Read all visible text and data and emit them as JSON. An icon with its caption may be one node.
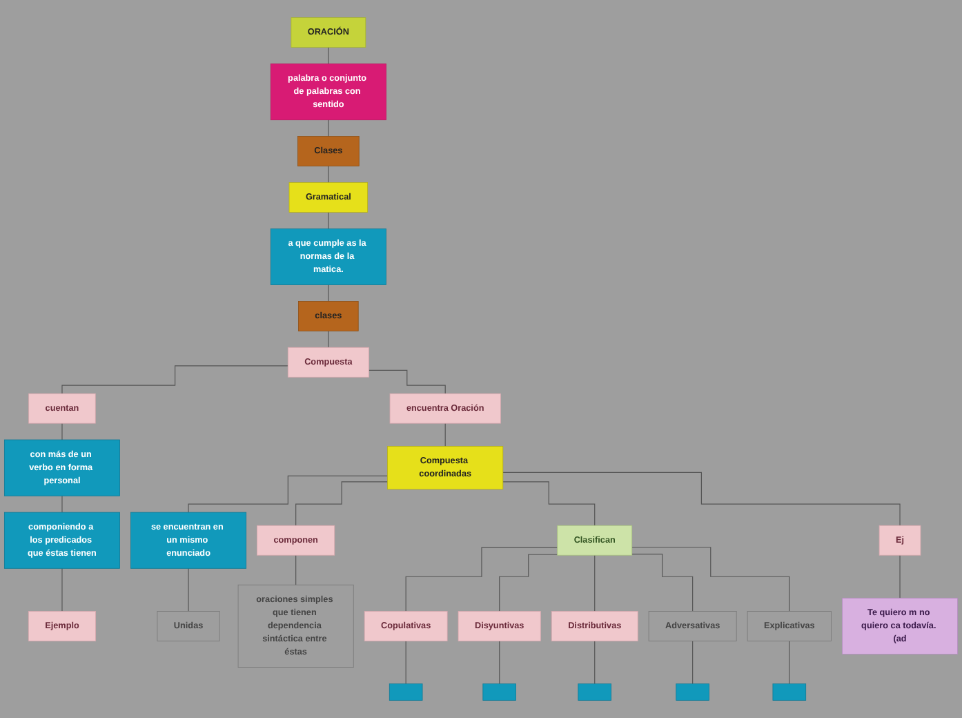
{
  "diagram": {
    "nodes": [
      {
        "text": [
          "ORACIÓN"
        ]
      },
      {
        "text": [
          "palabra o conjunto de palabras con sentido"
        ]
      },
      {
        "text": [
          "Clases"
        ]
      },
      {
        "text": [
          "Gramatical"
        ]
      },
      {
        "text": [
          "a que cumple as la normas de la matica."
        ]
      },
      {
        "text": [
          "clases"
        ]
      },
      {
        "text": [
          "Compuesta"
        ]
      },
      {
        "text": [
          "cuentan"
        ]
      },
      {
        "text": [
          "con más de un verbo en forma personal"
        ]
      },
      {
        "text": [
          "componiendo a los predicados que éstas tienen"
        ]
      },
      {
        "text": [
          "Ejemplo"
        ]
      },
      {
        "text": [
          "encuentra Oración"
        ]
      },
      {
        "text": [
          "Compuesta coordinadas"
        ]
      },
      {
        "text": [
          "se encuentran en un mismo enunciado"
        ]
      },
      {
        "text": [
          "Unidas"
        ]
      },
      {
        "text": [
          "componen"
        ]
      },
      {
        "text": [
          "oraciones simples que tienen dependencia sintáctica entre éstas"
        ]
      },
      {
        "text": [
          "Clasifican"
        ]
      },
      {
        "text": [
          "Copulativas"
        ]
      },
      {
        "text": [
          "Disyuntivas"
        ]
      },
      {
        "text": [
          "Distributivas"
        ]
      },
      {
        "text": [
          "Adversativas"
        ]
      },
      {
        "text": [
          "Explicativas"
        ]
      },
      {
        "text": [
          "Ej"
        ]
      },
      {
        "text": [
          "Te quiero m no quiero ca todavía. (ad"
        ]
      },
      {
        "text": [],
        "shape": "box"
      },
      {
        "text": [],
        "shape": "box"
      },
      {
        "text": [],
        "shape": "box"
      },
      {
        "text": [],
        "shape": "box"
      },
      {
        "text": [],
        "shape": "box"
      }
    ],
    "edges": [
      {
        "from": 0,
        "to": 1,
        "arrow": "none"
      },
      {
        "from": 1,
        "to": 2,
        "arrow": "none"
      },
      {
        "from": 2,
        "to": 3,
        "arrow": "none"
      },
      {
        "from": 3,
        "to": 4,
        "arrow": "none"
      },
      {
        "from": 4,
        "to": 5,
        "arrow": "none"
      },
      {
        "from": 5,
        "to": 6,
        "arrow": "none"
      },
      {
        "from": 6,
        "to": 7,
        "arrow": "none"
      },
      {
        "from": 7,
        "to": 8,
        "arrow": "none"
      },
      {
        "from": 8,
        "to": 9,
        "arrow": "none"
      },
      {
        "from": 9,
        "to": 10,
        "arrow": "none"
      },
      {
        "from": 6,
        "to": 11,
        "arrow": "none"
      },
      {
        "from": 11,
        "to": 12,
        "arrow": "none"
      },
      {
        "from": 12,
        "to": 13,
        "arrow": "none"
      },
      {
        "from": 13,
        "to": 14,
        "arrow": "none"
      },
      {
        "from": 12,
        "to": 15,
        "arrow": "none"
      },
      {
        "from": 15,
        "to": 16,
        "arrow": "none"
      },
      {
        "from": 12,
        "to": 17,
        "arrow": "none"
      },
      {
        "from": 17,
        "to": 18,
        "arrow": "none"
      },
      {
        "from": 17,
        "to": 19,
        "arrow": "none"
      },
      {
        "from": 17,
        "to": 20,
        "arrow": "none"
      },
      {
        "from": 17,
        "to": 21,
        "arrow": "none"
      },
      {
        "from": 17,
        "to": 22,
        "arrow": "none"
      },
      {
        "from": 12,
        "to": 23,
        "arrow": "none"
      },
      {
        "from": 23,
        "to": 24,
        "arrow": "none"
      },
      {
        "from": 18,
        "to": 25,
        "arrow": "none"
      },
      {
        "from": 19,
        "to": 26,
        "arrow": "none"
      },
      {
        "from": 20,
        "to": 27,
        "arrow": "none"
      },
      {
        "from": 21,
        "to": 28,
        "arrow": "none"
      },
      {
        "from": 22,
        "to": 29,
        "arrow": "none"
      }
    ]
  }
}
